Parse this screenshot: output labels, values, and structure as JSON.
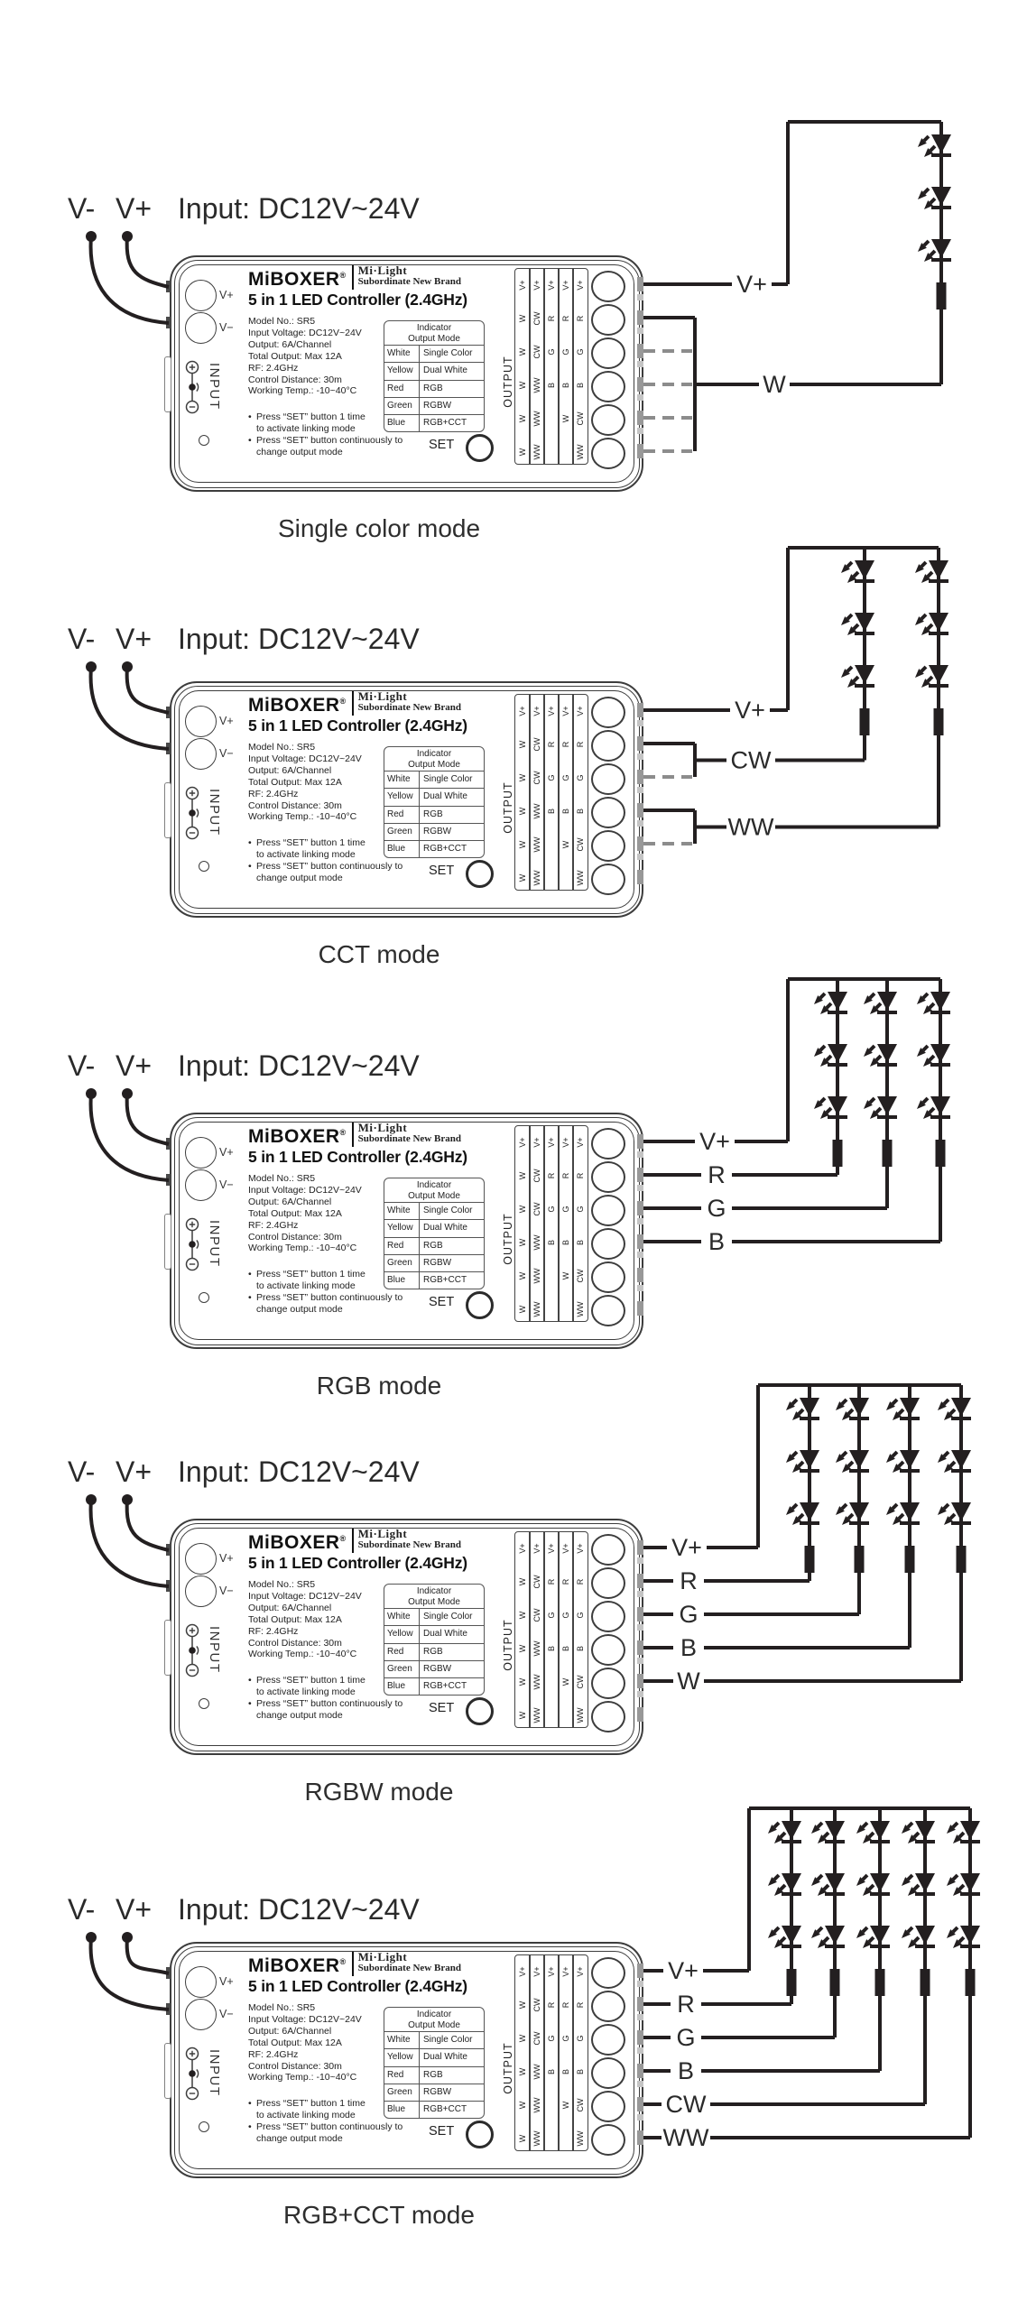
{
  "header": {
    "v_minus": "V-",
    "v_plus": "V+",
    "input": "Input: DC12V~24V"
  },
  "controller": {
    "brand": "MiBOXER",
    "reg": "®",
    "tagline1": "Mi·Light",
    "tagline2": "Subordinate New Brand",
    "product_title": "5 in 1 LED Controller (2.4GHz)",
    "vplus": "V+",
    "vminus": "V−",
    "input_port": "INPUT",
    "set": "SET",
    "output": "OUTPUT",
    "bullet": "•",
    "specs": [
      "Model No.: SR5",
      "Input Voltage: DC12V~24V",
      "Output: 6A/Channel",
      "Total Output: Max 12A",
      "RF: 2.4GHz",
      "Control Distance: 30m",
      "Working Temp.: -10~40°C"
    ],
    "notes": [
      [
        "Press “SET” button 1 time",
        "to activate linking mode"
      ],
      [
        "Press “SET” button continuously to",
        "change output mode"
      ]
    ],
    "indicator_table": {
      "col1": "Indicator",
      "col2": "Output Mode",
      "rows": [
        [
          "White",
          "Single Color"
        ],
        [
          "Yellow",
          "Dual White"
        ],
        [
          "Red",
          "RGB"
        ],
        [
          "Green",
          "RGBW"
        ],
        [
          "Blue",
          "RGB+CCT"
        ]
      ]
    },
    "terminal_map": [
      [
        "V+",
        "W",
        "W",
        "W",
        "W",
        "W"
      ],
      [
        "V+",
        "CW",
        "CW",
        "WW",
        "WW",
        "WW"
      ],
      [
        "V+",
        "R",
        "G",
        "B",
        "",
        ""
      ],
      [
        "V+",
        "R",
        "G",
        "B",
        "W",
        ""
      ],
      [
        "V+",
        "R",
        "G",
        "B",
        "CW",
        "WW"
      ]
    ]
  },
  "sections": [
    {
      "caption": "Single color mode",
      "vplus_label": "V+",
      "led_strings": 1,
      "channels": [
        {
          "label": "W",
          "terminals": [
            2,
            3,
            4,
            5,
            6
          ],
          "out_terminal": 4
        }
      ]
    },
    {
      "caption": "CCT mode",
      "vplus_label": "V+",
      "led_strings": 2,
      "channels": [
        {
          "label": "CW",
          "terminals": [
            2,
            3
          ]
        },
        {
          "label": "WW",
          "terminals": [
            4,
            5
          ]
        }
      ]
    },
    {
      "caption": "RGB mode",
      "vplus_label": "V+",
      "led_strings": 3,
      "channels": [
        {
          "label": "R",
          "terminals": [
            2
          ]
        },
        {
          "label": "G",
          "terminals": [
            3
          ]
        },
        {
          "label": "B",
          "terminals": [
            4
          ]
        }
      ]
    },
    {
      "caption": "RGBW mode",
      "vplus_label": "V+",
      "led_strings": 4,
      "channels": [
        {
          "label": "R",
          "terminals": [
            2
          ]
        },
        {
          "label": "G",
          "terminals": [
            3
          ]
        },
        {
          "label": "B",
          "terminals": [
            4
          ]
        },
        {
          "label": "W",
          "terminals": [
            5
          ]
        }
      ]
    },
    {
      "caption": "RGB+CCT mode",
      "vplus_label": "V+",
      "led_strings": 5,
      "channels": [
        {
          "label": "R",
          "terminals": [
            2
          ]
        },
        {
          "label": "G",
          "terminals": [
            3
          ]
        },
        {
          "label": "B",
          "terminals": [
            4
          ]
        },
        {
          "label": "CW",
          "terminals": [
            5
          ]
        },
        {
          "label": "WW",
          "terminals": [
            6
          ]
        }
      ]
    }
  ],
  "colors": {
    "line": "#231f20",
    "dashed": "#8c8c8c",
    "text": "#222222",
    "device_stroke": "#3d3d3d"
  }
}
